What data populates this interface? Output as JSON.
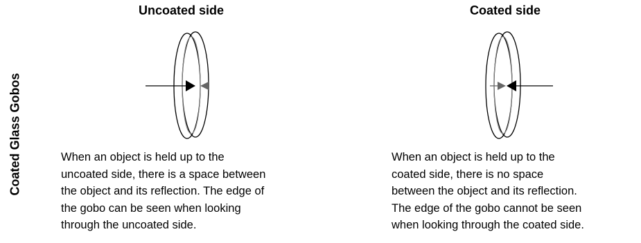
{
  "side_label": "Coated Glass Gobos",
  "panels": [
    {
      "title": "Uncoated side",
      "caption_lines": [
        "When an object is held up to the",
        "uncoated side, there is a space between",
        "the object and its reflection. The edge of",
        "the gobo can be seen when looking",
        "through the uncoated side."
      ]
    },
    {
      "title": "Coated side",
      "caption_lines": [
        "When an object is held up to the",
        "coated side, there is no space",
        "between the object and its reflection.",
        "The edge of the gobo cannot be seen",
        "when looking through the coated side."
      ]
    }
  ],
  "colors": {
    "object_arrow": "#000000",
    "reflection_arrow": "#666666",
    "gobo_outline": "#000000",
    "gobo_edge": "#888888"
  }
}
